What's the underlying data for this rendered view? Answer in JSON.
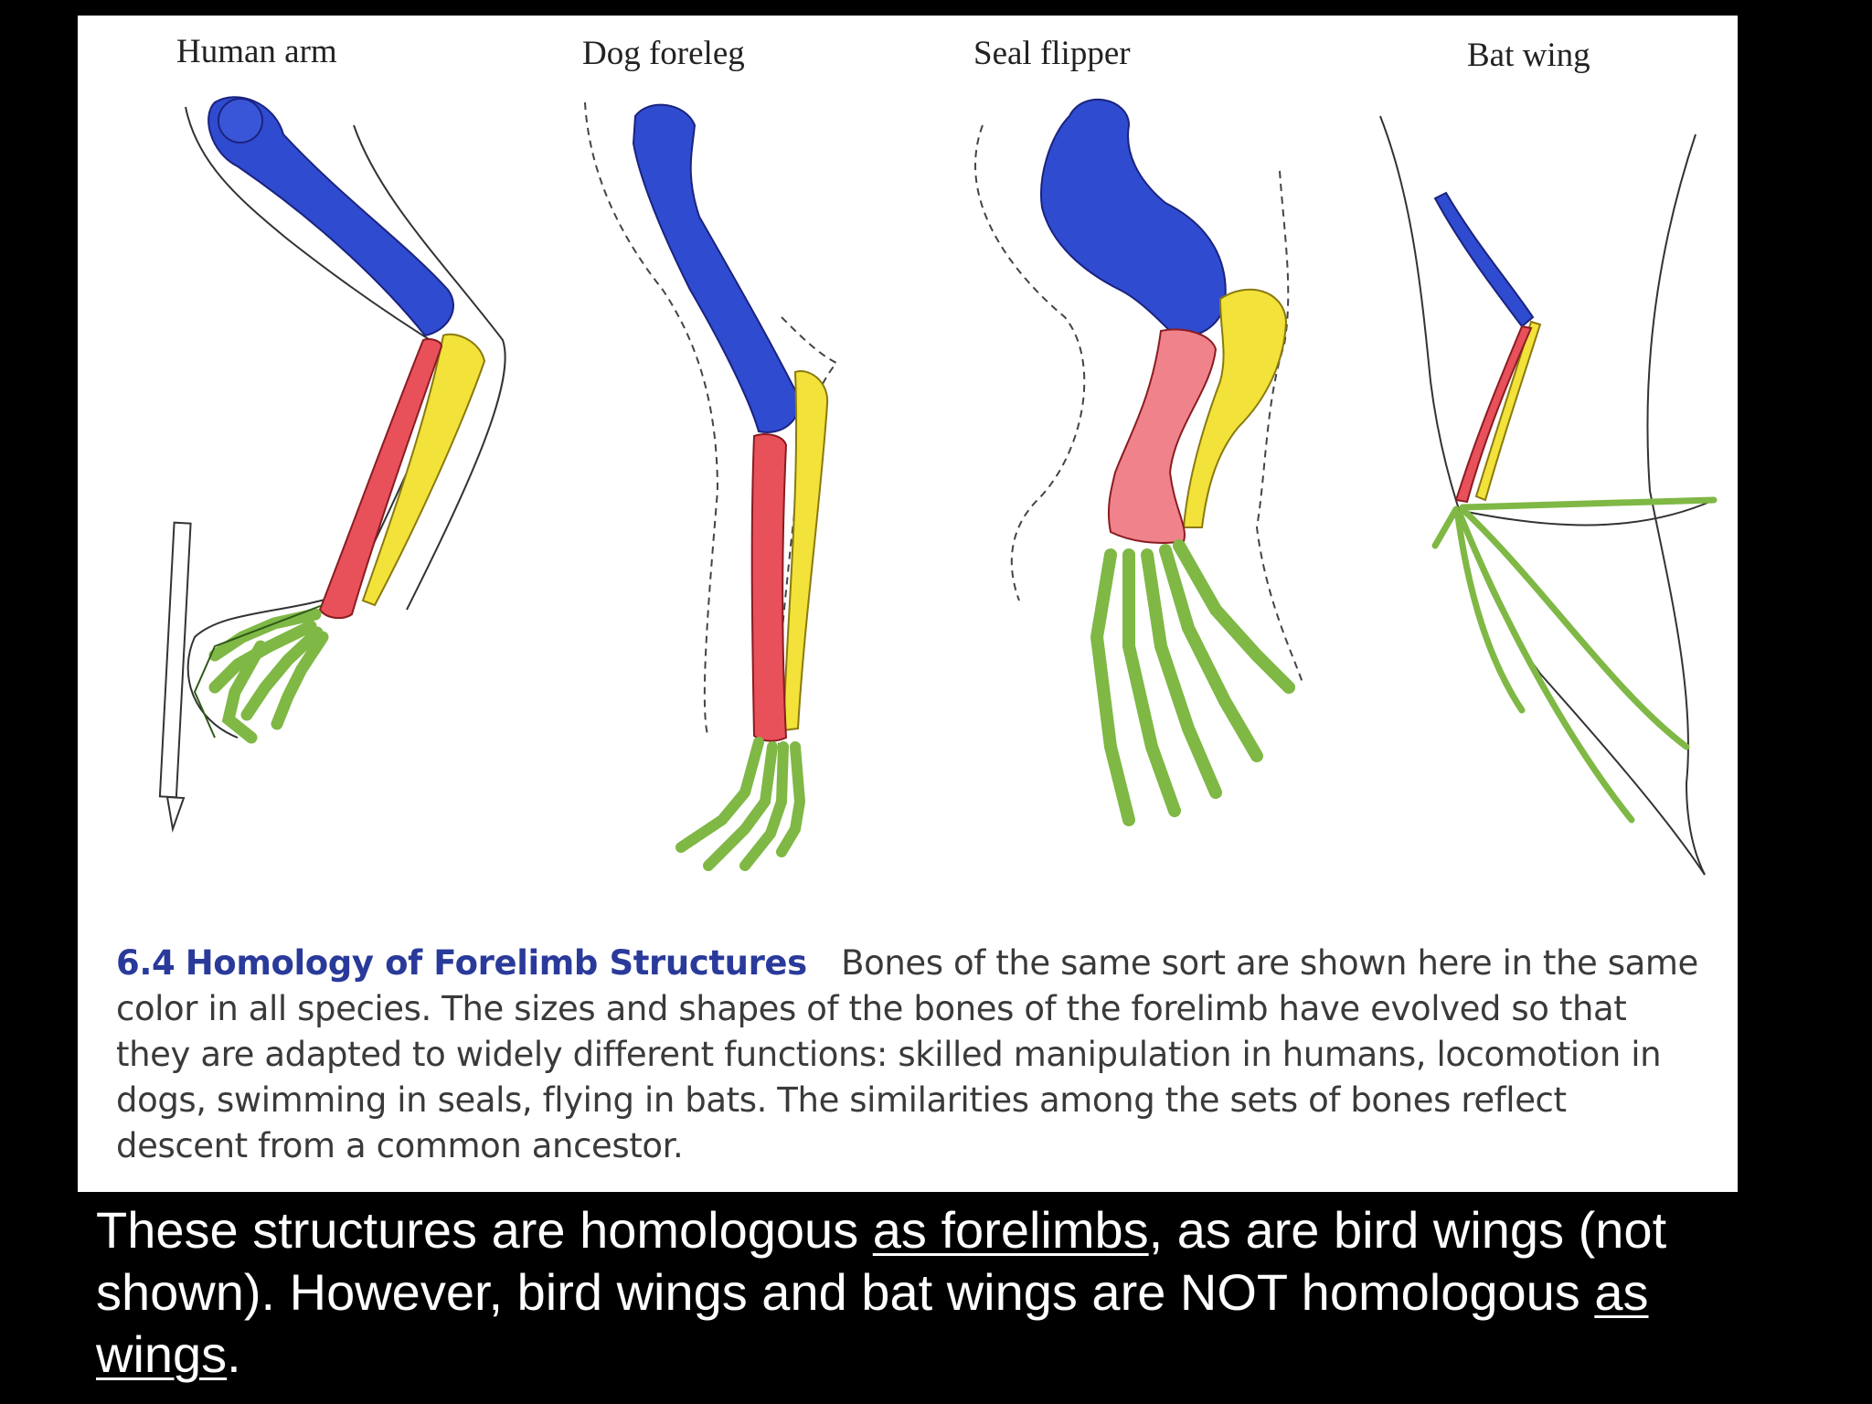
{
  "figure": {
    "labels": {
      "human": "Human arm",
      "dog": "Dog foreleg",
      "seal": "Seal flipper",
      "bat": "Bat wing"
    },
    "colors": {
      "humerus": "#2f4bd0",
      "radius": "#e8505a",
      "ulna": "#f2e23a",
      "hand": "#7fb845",
      "seal_radius": "#f0828c"
    },
    "caption": {
      "number": "6.4",
      "title": "Homology of Forelimb Structures",
      "body": "Bones of the same sort are shown here in the same color in all species. The sizes and shapes of the bones of the forelimb have evolved so that they are adapted to widely different functions: skilled manipulation in humans, locomotion in dogs, swimming in seals, flying in bats. The similarities among the sets of bones reflect descent from a common ancestor."
    }
  },
  "footnote": {
    "t1": "These structures are homologous ",
    "u1": "as forelimbs",
    "t2": ", as are bird wings (not shown).  However, bird wings and bat wings are NOT homologous ",
    "u2": "as wings",
    "t3": "."
  }
}
